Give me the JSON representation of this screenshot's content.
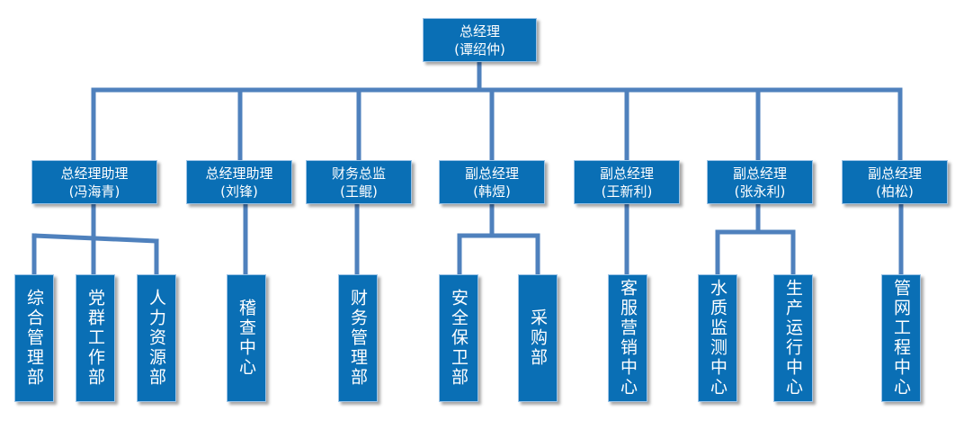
{
  "colors": {
    "box_fill": "#0a6fb5",
    "box_border": "#9cc3e6",
    "connector": "#4f81bd",
    "text": "#ffffff"
  },
  "top": {
    "title": "总经理",
    "person": "(谭绍仲)"
  },
  "managers": [
    {
      "title": "总经理助理",
      "person": "(冯海青)"
    },
    {
      "title": "总经理助理",
      "person": "(刘锋)"
    },
    {
      "title": "财务总监",
      "person": "(王鲲)"
    },
    {
      "title": "副总经理",
      "person": "(韩煜)"
    },
    {
      "title": "副总经理",
      "person": "(王新利)"
    },
    {
      "title": "副总经理",
      "person": "(张永利)"
    },
    {
      "title": "副总经理",
      "person": "(柏松)"
    }
  ],
  "departments": [
    {
      "label": "综合管理部",
      "manager": 0
    },
    {
      "label": "党群工作部",
      "manager": 0
    },
    {
      "label": "人力资源部",
      "manager": 0
    },
    {
      "label": "稽查中心",
      "manager": 1
    },
    {
      "label": "财务管理部",
      "manager": 2
    },
    {
      "label": "安全保卫部",
      "manager": 3
    },
    {
      "label": "采购部",
      "manager": 3
    },
    {
      "label": "客服营销中心",
      "manager": 4
    },
    {
      "label": "水质监测中心",
      "manager": 5
    },
    {
      "label": "生产运行中心",
      "manager": 5
    },
    {
      "label": "管网工程中心",
      "manager": 6
    }
  ]
}
